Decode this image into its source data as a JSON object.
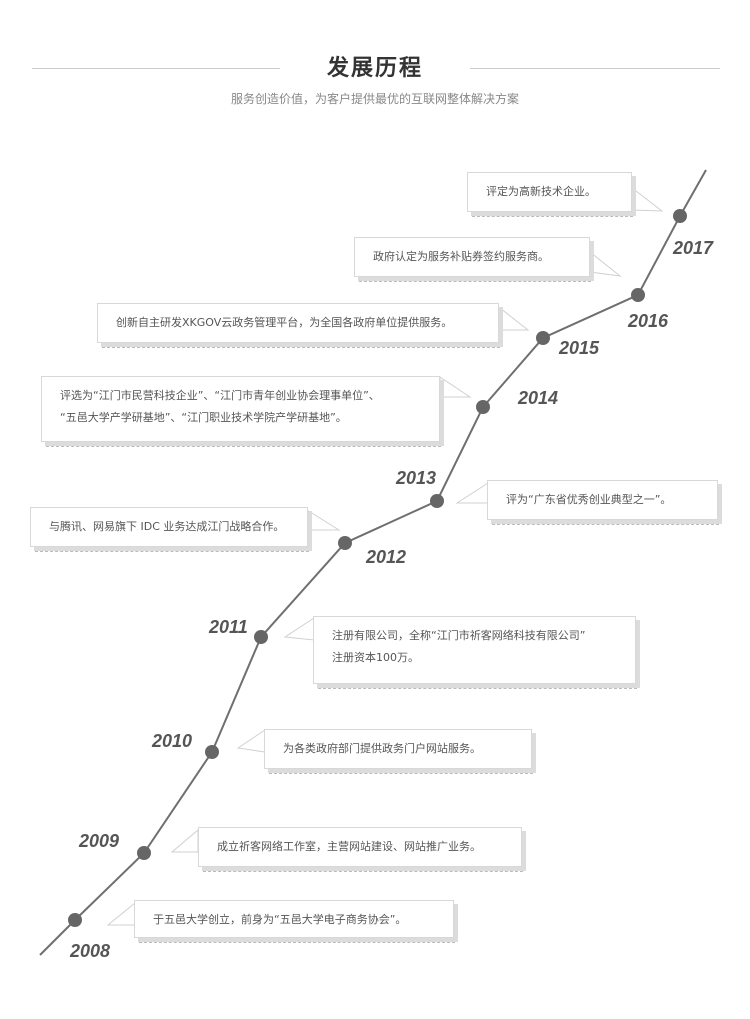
{
  "header": {
    "title": "发展历程",
    "subtitle": "服务创造价值，为客户提供最优的互联网整体解决方案"
  },
  "colors": {
    "line": "#6f6f6f",
    "dot": "#666666",
    "year": "#555555"
  },
  "timeline": [
    {
      "year": "2008",
      "text": "于五邑大学创立，前身为“五邑大学电子商务协会”。"
    },
    {
      "year": "2009",
      "text": "成立祈客网络工作室，主营网站建设、网站推广业务。"
    },
    {
      "year": "2010",
      "text": "为各类政府部门提供政务门户网站服务。"
    },
    {
      "year": "2011",
      "lines": [
        "注册有限公司，全称“江门市祈客网络科技有限公司”",
        "注册资本100万。"
      ]
    },
    {
      "year": "2012",
      "text": "与腾讯、网易旗下 IDC 业务达成江门战略合作。"
    },
    {
      "year": "2013",
      "text": "评为“广东省优秀创业典型之一”。"
    },
    {
      "year": "2014",
      "lines": [
        "评选为“江门市民营科技企业”、“江门市青年创业协会理事单位”、",
        "“五邑大学产学研基地”、“江门职业技术学院产学研基地”。"
      ]
    },
    {
      "year": "2015",
      "text": "创新自主研发XKGOV云政务管理平台，为全国各政府单位提供服务。"
    },
    {
      "year": "2016",
      "text": "政府认定为服务补贴券签约服务商。"
    },
    {
      "year": "2017",
      "text": "评定为高新技术企业。"
    }
  ]
}
